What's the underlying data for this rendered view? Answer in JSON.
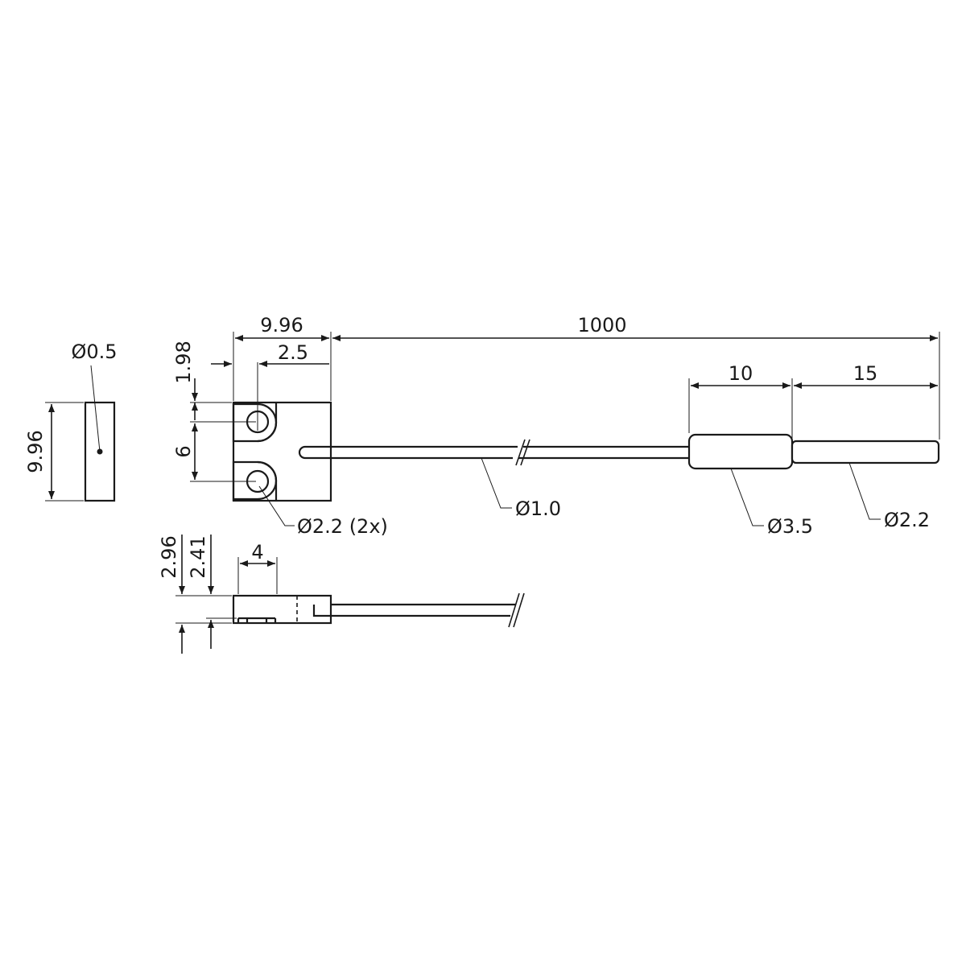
{
  "dimensions": {
    "pin_diameter": "Ø0.5",
    "body_height": "9.96",
    "body_width": "9.96",
    "cable_length": "1000",
    "hole_offset_top": "1.98",
    "hole_offset_left": "2.5",
    "hole_spacing": "6",
    "hole_diameter": "Ø2.2 (2x)",
    "cable_diameter": "Ø1.0",
    "sleeve_length": "10",
    "tail_length": "15",
    "sleeve_diameter": "Ø3.5",
    "tail_diameter": "Ø2.2",
    "side_height_total": "2.96",
    "side_height_inner": "2.41",
    "side_width": "4"
  }
}
